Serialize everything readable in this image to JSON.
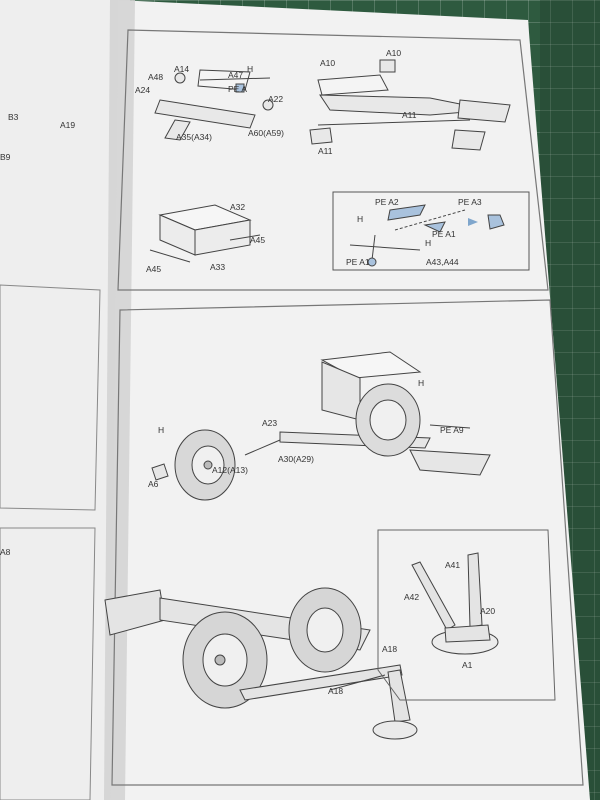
{
  "page_top": {
    "left_labels": [
      "A19",
      "B3",
      "B9"
    ],
    "step1": {
      "labels": [
        "A48",
        "A14",
        "A24",
        "A47",
        "PE A",
        "A22",
        "A35(A34)",
        "A60(A59)"
      ],
      "h_tag": "H"
    },
    "step2": {
      "labels": [
        "A10",
        "A10",
        "A11",
        "A11"
      ]
    },
    "step3": {
      "labels": [
        "A32",
        "A45",
        "A45",
        "A33"
      ]
    },
    "photo_etch": {
      "labels": [
        "PE A2",
        "PE A3",
        "PE A1",
        "PE A1",
        "A43,A44"
      ],
      "h_tags": [
        "H",
        "H"
      ]
    }
  },
  "page_bottom": {
    "left_labels": [
      "A8"
    ],
    "step4": {
      "labels": [
        "A23",
        "PE A9",
        "A6",
        "A12(A13)",
        "A30(A29)"
      ],
      "h_tags": [
        "H",
        "H"
      ]
    },
    "step5": {
      "labels": [
        "A41",
        "A42",
        "A20",
        "A1",
        "A18",
        "A18"
      ]
    }
  }
}
